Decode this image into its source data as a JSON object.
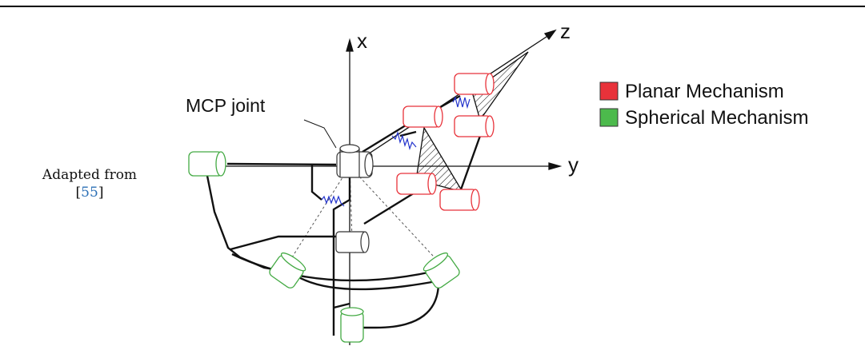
{
  "header": {
    "rule": true
  },
  "caption": {
    "line1": "Adapted from",
    "open": "[",
    "ref": "55",
    "close": "]"
  },
  "diagram": {
    "axis_x": "x",
    "axis_y": "y",
    "axis_z": "z",
    "joint_label": "MCP joint"
  },
  "legend": {
    "items": [
      {
        "label": "Planar Mechanism",
        "color": "#e8323a"
      },
      {
        "label": "Spherical Mechanism",
        "color": "#4cba4c"
      }
    ]
  },
  "colors": {
    "planar": "#e8323a",
    "spherical": "#44aa44",
    "spring": "#2233cc",
    "ink": "#111111"
  }
}
